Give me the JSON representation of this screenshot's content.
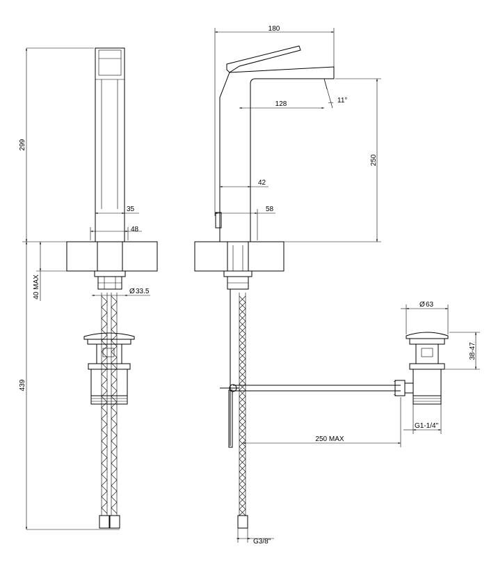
{
  "dimensions": {
    "overall_width": "180",
    "reach": "128",
    "angle": "11°",
    "spout_height": "250",
    "height_front": "299",
    "body_width_42": "42",
    "base_width_58": "58",
    "front_width_35": "35",
    "front_width_48": "48",
    "deck_thickness": "40 MAX",
    "thread_diameter": "33.5",
    "below_deck": "439",
    "drain_diameter": "63",
    "drain_height": "38-47",
    "drain_thread": "G1-1/4\"",
    "rod_length": "250 MAX",
    "hose_thread": "G3/8\""
  },
  "symbols": {
    "diameter": "Ø"
  }
}
